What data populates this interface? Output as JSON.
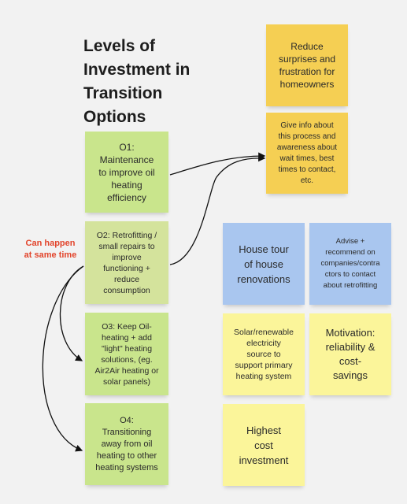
{
  "title": "Levels of\nInvestment in\nTransition\nOptions",
  "side_label": "Can happen\nat same time",
  "colors": {
    "green": "#c9e58c",
    "green_alt": "#d4e39c",
    "orange": "#f5cf53",
    "blue": "#a9c6ef",
    "yellow": "#fbf59a",
    "side_label": "#e2442b"
  },
  "options": [
    {
      "id": "o1",
      "text": "O1:\nMaintenance\nto improve oil\nheating\nefficiency"
    },
    {
      "id": "o2",
      "text": "O2: Retrofitting /\nsmall repairs to\nimprove\nfunctioning +\nreduce\nconsumption"
    },
    {
      "id": "o3",
      "text": "O3: Keep Oil-\nheating + add\n\"light\" heating\nsolutions, (eg.\nAir2Air heating or\nsolar panels)"
    },
    {
      "id": "o4",
      "text": "O4:\nTransitioning\naway from oil\nheating to other\nheating systems"
    }
  ],
  "ideas": {
    "reduce": "Reduce\nsurprises and\nfrustration for\nhomeowners",
    "info": "Give info about\nthis process and\nawareness about\nwait times, best\ntimes to contact,\netc.",
    "tour": "House tour\nof house\nrenovations",
    "advise": "Advise +\nrecommend on\ncompanies/contra\nctors to contact\nabout retrofitting",
    "solar": "Solar/renewable\nelectricity\nsource to\nsupport primary\nheating system",
    "motivation": "Motivation:\nreliability &\ncost-\nsavings",
    "highest": "Highest\ncost\ninvestment"
  }
}
